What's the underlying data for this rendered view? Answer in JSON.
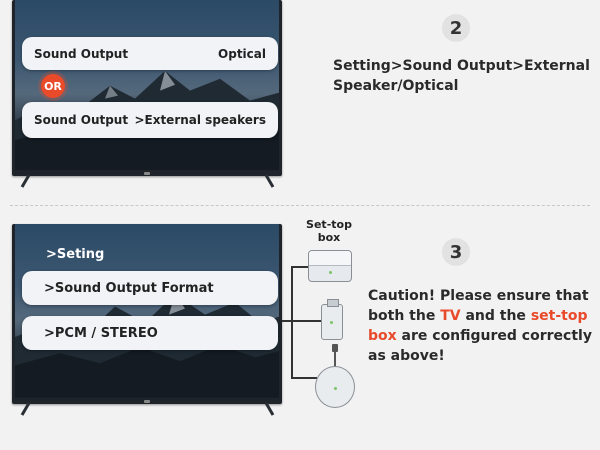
{
  "step2": {
    "number": "2",
    "bar1": {
      "left": "Sound Output",
      "right": "Optical"
    },
    "or": "OR",
    "bar2": {
      "left": "Sound Output",
      "right": ">External speakers"
    },
    "instruction_line1": "Setting>Sound Output>External",
    "instruction_line2": "Speaker/Optical"
  },
  "step3": {
    "number": "3",
    "menu_header": ">Seting",
    "menu_item1": ">Sound Output Format",
    "menu_item2": ">PCM / STEREO",
    "stb_title_line1": "Set-top",
    "stb_title_line2": "box",
    "caution": {
      "l1": "Caution! Please ensure that",
      "l2_a": "both the ",
      "l2_tv": "TV",
      "l2_b": " and the ",
      "l2_stb": "set-top",
      "l3_stb": "box",
      "l3_b": " are configured correctly",
      "l4": "as above!"
    }
  },
  "colors": {
    "accent": "#e84a2a",
    "bar_bg": "#f1f3f6",
    "tv_frame": "#1e2429"
  },
  "icons": [
    "set-top-box-icon",
    "usb-stick-icon",
    "chromecast-icon"
  ]
}
